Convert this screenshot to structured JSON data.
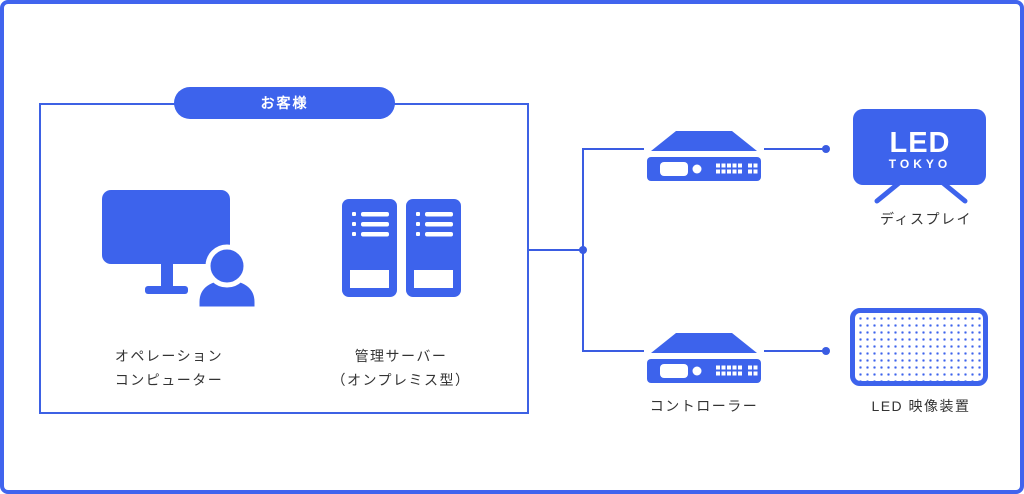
{
  "diagram": {
    "customer_group_label": "お客様",
    "nodes": {
      "operation_computer": {
        "label_line1": "オペレーション",
        "label_line2": "コンピューター"
      },
      "management_server": {
        "label_line1": "管理サーバー",
        "label_line2": "（オンプレミス型）"
      },
      "controller": {
        "label": "コントローラー"
      },
      "display": {
        "label": "ディスプレイ",
        "logo_line1": "LED",
        "logo_line2": "TOKYO"
      },
      "led_device": {
        "label": "LED 映像装置"
      }
    },
    "colors": {
      "primary_blue": "#3d63ec",
      "line_blue": "#3a5ce2",
      "text": "#333333",
      "background": "#ffffff"
    }
  }
}
